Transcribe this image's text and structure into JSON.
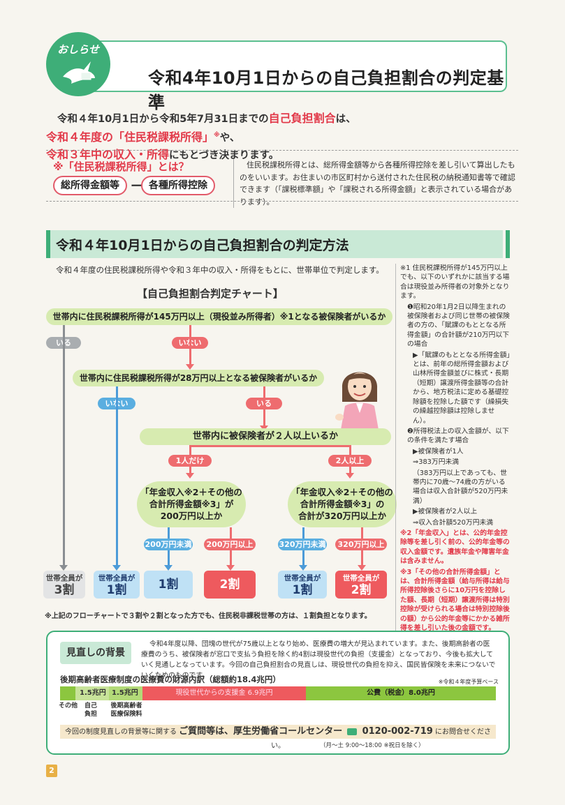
{
  "header": {
    "badge": "おしらせ",
    "title": "令和4年10月1日からの自己負担割合の判定基準"
  },
  "intro": {
    "p1": "令和４年10月1日から令和5年7月31日までの",
    "p2": "自己負担割合",
    "p3": "は、",
    "p4": "令和４年度の「住民税課税所得」",
    "p5": "※",
    "p6": "や、",
    "p7": "令和３年中の収入・所得",
    "p8": "にもとづき決まります。"
  },
  "definition": {
    "title": "※「住民税課税所得」とは？",
    "pill1": "総所得金額等",
    "minus": "ー",
    "pill2": "各種所得控除",
    "text": "住民税課税所得とは、総所得金額等から各種所得控除を差し引いて算出したものをいいます。お住まいの市区町村から送付された住民税の納税通知書等で確認できます（「課税標準額」や「課税される所得金額」と表示されている場合があります）。"
  },
  "section": {
    "title": "令和４年10月1日からの自己負担割合の判定方法",
    "lead": "令和４年度の住民税課税所得や令和３年中の収入・所得をもとに、世帯単位で判定します。",
    "chart_title": "【自己負担割合判定チャート】"
  },
  "flow": {
    "q1": "世帯内に住民税課税所得が145万円以上（現役並み所得者）※1となる被保険者がいるか",
    "q1_yes": "いる",
    "q1_no": "いない",
    "q2": "世帯内に住民税課税所得が28万円以上となる被保険者がいるか",
    "q2_no": "いない",
    "q2_yes": "いる",
    "q3": "世帯内に被保険者が２人以上いるか",
    "q3_one": "1人だけ",
    "q3_two": "2人以上",
    "q4a_l1": "「年金収入※2＋その他の",
    "q4a_l2": "合計所得金額※3」が",
    "q4a_l3": "200万円以上か",
    "q4b_l1": "「年金収入※2＋その他の",
    "q4b_l2": "合計所得金額※3」の",
    "q4b_l3": "合計が320万円以上か",
    "a_under": "200万円未満",
    "a_over": "200万円以上",
    "b_under": "320万円未満",
    "b_over": "320万円以上",
    "results": [
      {
        "sub": "世帯全員が",
        "ratio": "3割"
      },
      {
        "sub": "世帯全員が",
        "ratio": "1割"
      },
      {
        "sub": "",
        "ratio": "1割"
      },
      {
        "sub": "",
        "ratio": "2割"
      },
      {
        "sub": "世帯全員が",
        "ratio": "1割"
      },
      {
        "sub": "世帯全員が",
        "ratio": "2割"
      }
    ],
    "footnote": "※上記のフローチャートで３割や２割となった方でも、住民税非課税世帯の方は、１割負担となります。"
  },
  "notes": {
    "n1_head": "※1 住民税課税所得が145万円以上でも、以下のいずれかに該当する場合は現役並み所得者の対象外となります。",
    "n1_a": "❶昭和20年1月2日以降生まれの被保険者および同じ世帯の被保険者の方の、「賦課のもととなる所得金額」の合計額が210万円以下の場合",
    "n1_a_sub": "▶「賦課のもととなる所得金額」とは、前年の総所得金額および山林所得金額並びに株式・長期（短期）譲渡所得金額等の合計から、地方税法に定める基礎控除額を控除した額です（繰損失の繰越控除額は控除しません）。",
    "n1_b": "❷所得税法上の収入金額が、以下の条件を満たす場合",
    "n1_b_1": "▶被保険者が1人",
    "n1_b_2": "⇒383万円未満",
    "n1_b_3": "（383万円以上であっても、世帯内に70歳～74歳の方がいる場合は収入合計額が520万円未満）",
    "n1_b_4": "▶被保険者が2人以上",
    "n1_b_5": "⇒収入合計額520万円未満",
    "n2": "※2「年金収入」とは、公的年金控除等を差し引く前の、公的年金等の収入金額です。遺族年金や障害年金は含みません。",
    "n3": "※3「その他の合計所得金額」とは、合計所得金額（給与所得は給与所得控除後さらに10万円を控除した額、長期（短期）譲渡所得は特別控除が受けられる場合は特別控除後の額）から公的年金等にかかる雑所得を差し引いた後の金額です。"
  },
  "background": {
    "label": "見直しの背景",
    "text": "令和4年度以降、団塊の世代が75歳以上となり始め、医療費の増大が見込まれています。また、後期高齢者の医療費のうち、被保険者が窓口で支払う負担を除く約4割は現役世代の負担（支援金）となっており、今後も拡大していく見通しとなっています。今回の自己負担割合の見直しは、現役世代の負担を抑え、国民皆保険を未来につないでいくためのものです。",
    "fin_title": "後期高齢者医療制度の医療費の財源内訳（総額約18.4兆円）",
    "fin_note": "※令和４年度予算ベース",
    "segments": [
      {
        "label": "",
        "value": "",
        "color": "#8cc63f"
      },
      {
        "label": "1.5兆円",
        "value": "",
        "color": "#b5d97a"
      },
      {
        "label": "1.5兆円",
        "value": "",
        "color": "#a5d06a"
      },
      {
        "label": "現役世代からの支援金 6.9兆円",
        "value": "",
        "color": "#ee5a5e"
      },
      {
        "label": "公費（税金）8.0兆円",
        "value": "",
        "color": "#8cc63f"
      }
    ],
    "lbl_other": "その他",
    "lbl_self": "自己\n負担",
    "lbl_premium": "後期高齢者\n医療保険料",
    "contact_pre": "今回の制度見直しの背景等に関する",
    "contact_main": "ご質問等は、厚生労働省コールセンター",
    "contact_tel": "0120-002-719",
    "contact_post": "にお問合せください。",
    "hours": "（月～土 9:00～18:00 ※祝日を除く）"
  },
  "page_number": "2"
}
